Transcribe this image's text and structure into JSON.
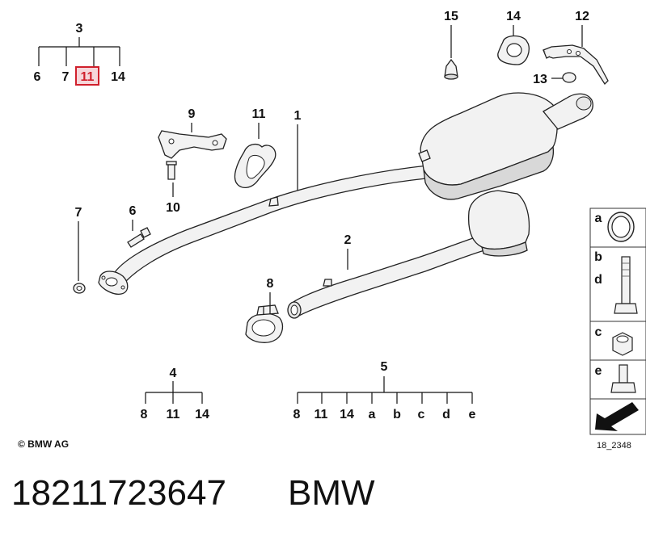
{
  "callouts": {
    "c3": "3",
    "c6a": "6",
    "c7a": "7",
    "c11a": "11",
    "c14a": "14",
    "c15": "15",
    "c14b": "14",
    "c12": "12",
    "c13": "13",
    "c9": "9",
    "c11b": "11",
    "c1": "1",
    "c10": "10",
    "c7b": "7",
    "c6b": "6",
    "c2": "2",
    "c8": "8",
    "c4": "4",
    "c8b": "8",
    "c11c": "11",
    "c14c": "14",
    "c5": "5",
    "c8c": "8",
    "c11d": "11",
    "c14d": "14",
    "ca": "a",
    "cb": "b",
    "cc": "c",
    "cd": "d",
    "ce": "e"
  },
  "legend": {
    "a": "a",
    "b": "b",
    "d": "d",
    "c": "c",
    "e": "e"
  },
  "copyright": "© BMW AG",
  "diagram_code": "18_2348",
  "footer": {
    "part_number": "18211723647",
    "brand": "BMW"
  },
  "highlight_color": "#d0202c"
}
